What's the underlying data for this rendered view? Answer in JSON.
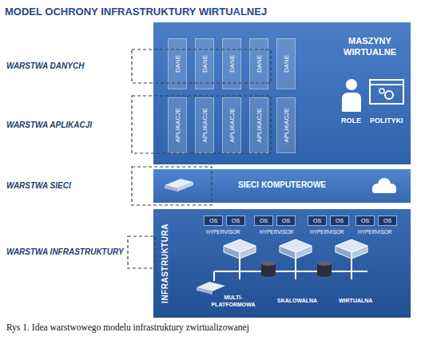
{
  "diagram": {
    "title": "MODEL OCHRONY INFRASTRUKTURY WIRTUALNEJ",
    "caption": "Rys 1. Idea warstwowego modelu infrastruktury zwirtualizowanej",
    "nodes": [
      {
        "text": [
          "MASZYNY WIRTUALNE"
        ]
      },
      {
        "text": [
          "DANE"
        ],
        "in": 0
      },
      {
        "text": [
          "DANE"
        ],
        "in": 0
      },
      {
        "text": [
          "DANE"
        ],
        "in": 0
      },
      {
        "text": [
          "DANE"
        ],
        "in": 0
      },
      {
        "text": [
          "DANE"
        ],
        "in": 0
      },
      {
        "text": [
          "APLIKACJE"
        ],
        "in": 0
      },
      {
        "text": [
          "APLIKACJE"
        ],
        "in": 0
      },
      {
        "text": [
          "APLIKACJE"
        ],
        "in": 0
      },
      {
        "text": [
          "APLIKACJE"
        ],
        "in": 0
      },
      {
        "text": [
          "APLIKACJE"
        ],
        "in": 0
      },
      {
        "text": [
          "SIECI KOMPUTEROWE"
        ]
      },
      {
        "text": [
          "INFRASTRUKTURA"
        ]
      },
      {
        "text": [
          "OS"
        ],
        "in": 12
      },
      {
        "text": [
          "OS"
        ],
        "in": 12
      },
      {
        "text": [
          "OS"
        ],
        "in": 12
      },
      {
        "text": [
          "OS"
        ],
        "in": 12
      },
      {
        "text": [
          "OS"
        ],
        "in": 12
      },
      {
        "text": [
          "OS"
        ],
        "in": 12
      },
      {
        "text": [
          "OS"
        ],
        "in": 12
      },
      {
        "text": [
          "OS"
        ],
        "in": 12
      }
    ],
    "labels": [
      "WARSTWA DANYCH",
      "WARSTWA APLIKACJI",
      "WARSTWA SIECI",
      "WARSTWA INFRASTRUKTURY",
      "ROLE",
      "POLITYKI",
      "HYPERVISOR",
      "HYPERVISOR",
      "HYPERVISOR",
      "HYPERVISOR",
      "MULTI- PLATFORMOWA",
      "SKALOWALNA",
      "WIRTUALNA"
    ]
  }
}
